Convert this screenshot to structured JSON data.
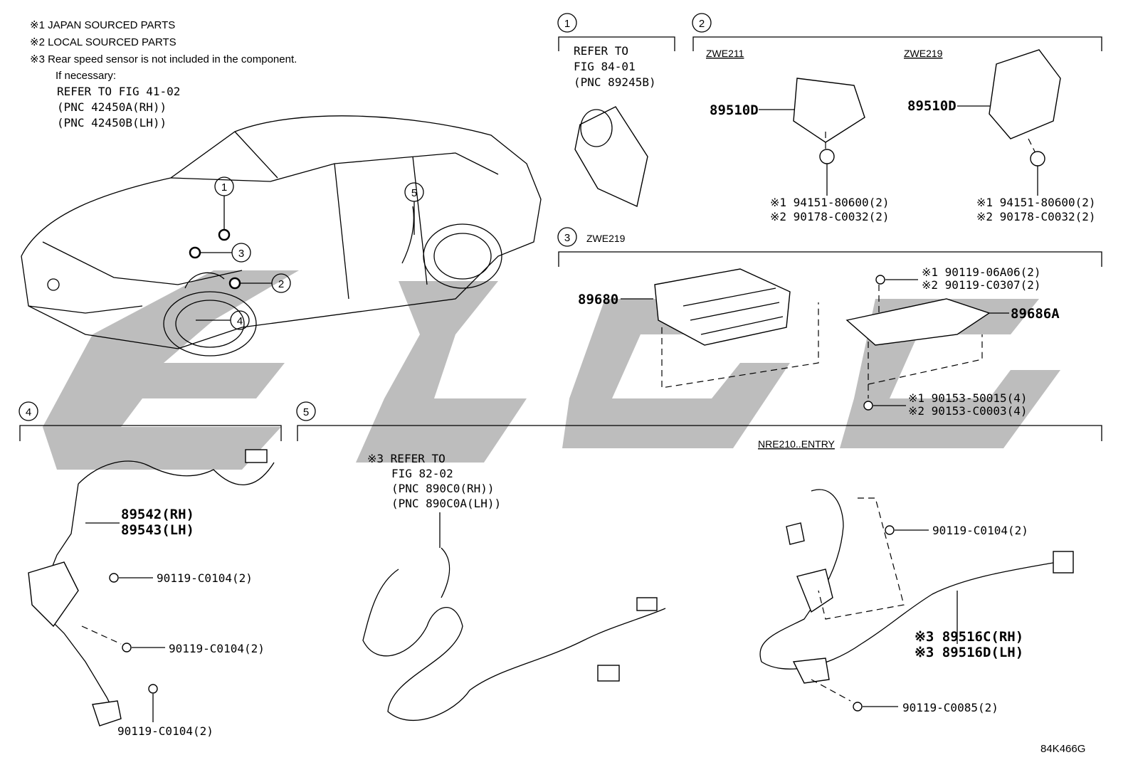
{
  "notes": {
    "n1": "※1 JAPAN SOURCED PARTS",
    "n2": "※2 LOCAL SOURCED PARTS",
    "n3": "※3 Rear speed sensor is not included in the component.",
    "n3b": "If necessary:",
    "ref1": "REFER TO FIG 41-02",
    "ref2": "(PNC 42450A(RH))",
    "ref3": "(PNC 42450B(LH))"
  },
  "car_callouts": [
    "1",
    "2",
    "3",
    "4",
    "5"
  ],
  "section1": {
    "num": "1",
    "l1": "REFER TO",
    "l2": "FIG 84-01",
    "l3": "(PNC 89245B)"
  },
  "section2": {
    "num": "2",
    "model_a": "ZWE211",
    "model_b": "ZWE219",
    "part_a": "89510D",
    "part_b": "89510D",
    "a_s1": "※1 94151-80600(2)",
    "a_s2": "※2 90178-C0032(2)",
    "b_s1": "※1 94151-80600(2)",
    "b_s2": "※2 90178-C0032(2)"
  },
  "section3": {
    "num": "3",
    "model": "ZWE219",
    "ecu": "89680",
    "bracket": "89686A",
    "bolt1_a": "※1  90119-06A06(2)",
    "bolt1_b": "※2  90119-C0307(2)",
    "bolt2_a": "※1  90153-50015(4)",
    "bolt2_b": "※2  90153-C0003(4)"
  },
  "section4": {
    "num": "4",
    "part_rh": "89542(RH)",
    "part_lh": "89543(LH)",
    "bolt_a": "90119-C0104(2)",
    "bolt_b": "90119-C0104(2)",
    "bolt_c": "90119-C0104(2)"
  },
  "section5": {
    "num": "5",
    "model": "NRE210..ENTRY",
    "ref_l1": "※3 REFER TO",
    "ref_l2": "FIG 82-02",
    "ref_l3": "(PNC 890C0(RH))",
    "ref_l4": "(PNC 890C0A(LH))",
    "bolt_a": "90119-C0104(2)",
    "part_rh": "※3 89516C(RH)",
    "part_lh": "※3 89516D(LH)",
    "bolt_b": "90119-C0085(2)"
  },
  "figure_code": "84K466G",
  "colors": {
    "watermark": "#bdbdbd",
    "ink": "#000000"
  }
}
